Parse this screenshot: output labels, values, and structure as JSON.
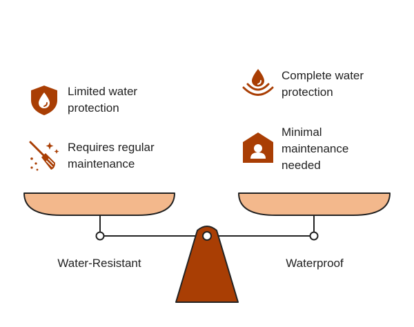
{
  "colors": {
    "accent": "#a93e04",
    "pan_fill": "#f3b88c",
    "outline": "#222222"
  },
  "left": {
    "label": "Water-Resistant",
    "items": [
      {
        "icon": "shield-drop-icon",
        "text": "Limited water protection"
      },
      {
        "icon": "broom-sparkle-icon",
        "text": "Requires regular maintenance"
      }
    ]
  },
  "right": {
    "label": "Waterproof",
    "items": [
      {
        "icon": "drop-waves-icon",
        "text": "Complete water protection"
      },
      {
        "icon": "house-person-icon",
        "text": "Minimal maintenance needed"
      }
    ]
  }
}
